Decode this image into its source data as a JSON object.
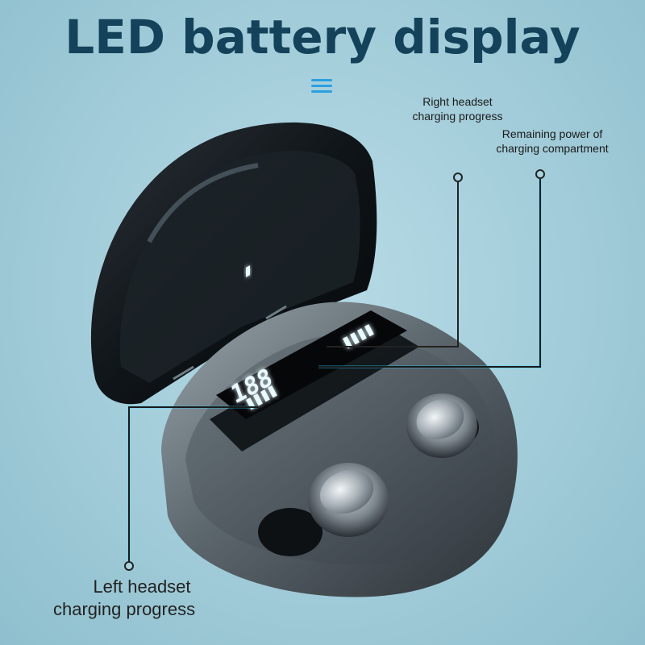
{
  "title": "LED battery display",
  "callouts": {
    "right_headset": [
      "Right headset",
      "charging progress"
    ],
    "remaining_power": [
      "Remaining power of",
      "charging compartment"
    ],
    "left_headset": [
      "Left headset",
      "charging progress"
    ]
  },
  "led_readout": "188",
  "icons": [
    "menu-icon",
    "led-display",
    "earbud-left",
    "earbud-right",
    "charging-case"
  ],
  "colors": {
    "title": "#13425a",
    "accent": "#2a9fe0",
    "callout_line": "#2ad4ff"
  }
}
